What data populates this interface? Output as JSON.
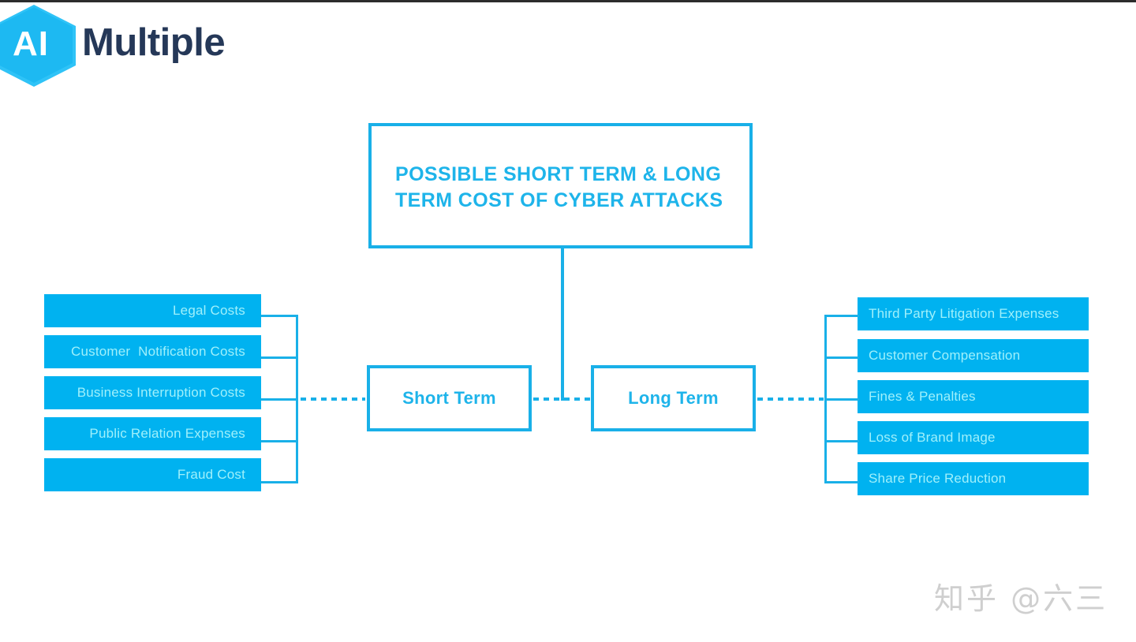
{
  "brand": {
    "logo_mark_text": "AI",
    "logo_word": "Multiple",
    "logo_hex_color": "#1db9f2",
    "logo_word_color": "#253858"
  },
  "diagram": {
    "type": "tree",
    "accent_color": "#19b0e8",
    "fill_color": "#00b2f0",
    "item_text_color": "#9ff0fb",
    "title": "POSSIBLE SHORT TERM & LONG TERM COST OF CYBER ATTACKS",
    "branches": [
      {
        "label": "Short Term",
        "side": "left",
        "items": [
          "Legal Costs",
          "Customer  Notification Costs",
          "Business Interruption Costs",
          "Public Relation Expenses",
          "Fraud Cost"
        ]
      },
      {
        "label": "Long Term",
        "side": "right",
        "items": [
          "Third Party Litigation Expenses",
          "Customer Compensation",
          "Fines & Penalties",
          "Loss of Brand Image",
          "Share Price Reduction"
        ]
      }
    ]
  },
  "watermark": "知乎 @六三"
}
